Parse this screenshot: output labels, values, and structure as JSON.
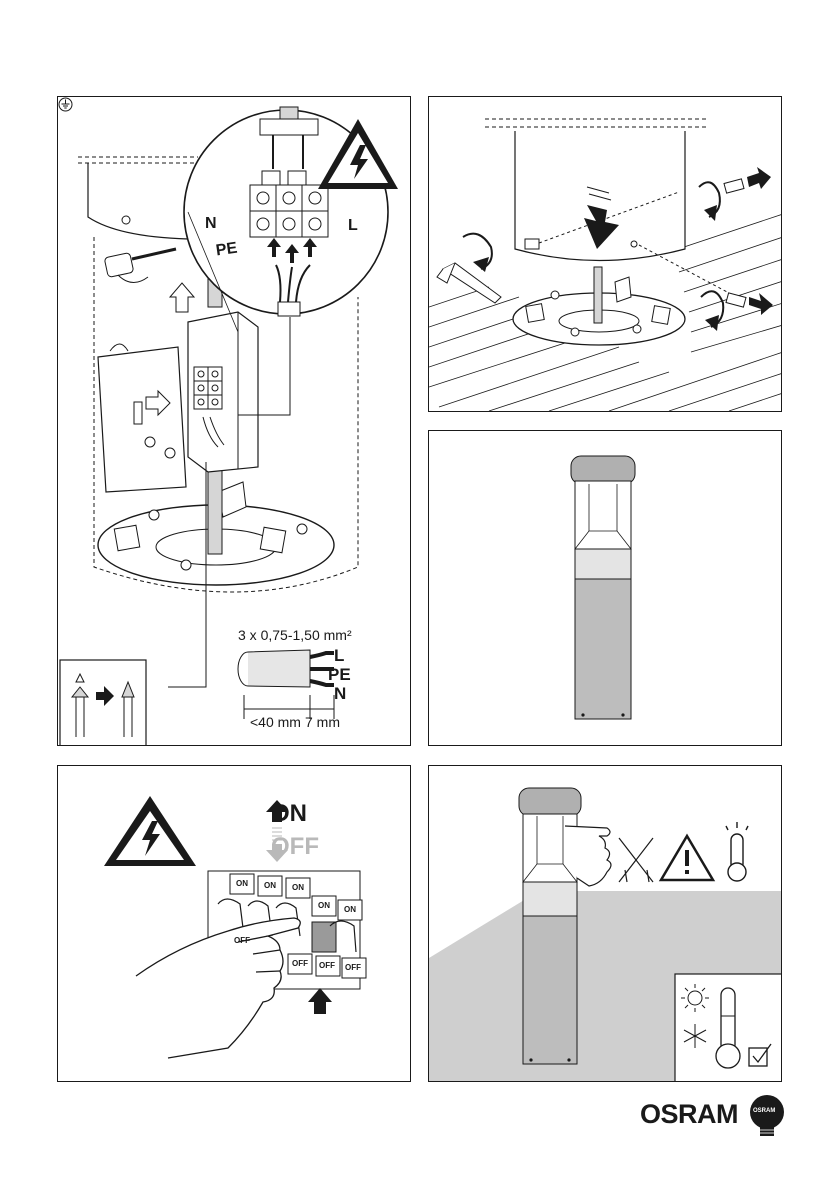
{
  "panel_wiring": {
    "terminal_labels": {
      "neutral": "N",
      "earth": "PE",
      "live": "L"
    },
    "wire_spec": "3 x 0,75-1,50 mm²",
    "wire_labels": {
      "live": "L",
      "earth": "PE",
      "neutral": "N"
    },
    "strip_length": "<40 mm",
    "core_strip": "7 mm",
    "icons": [
      "electric-shock-warning-icon",
      "screwdriver-icon",
      "cable-gland-icon",
      "arrow-right-icon"
    ]
  },
  "panel_mount": {
    "icons": [
      "hex-key-icon",
      "rotate-icon",
      "grub-screw-icon",
      "push-arrow-icon"
    ]
  },
  "panel_product": {
    "icons": [
      "bollard-luminaire-icon"
    ]
  },
  "panel_switch": {
    "on_label": "ON",
    "off_label": "OFF",
    "breaker_labels": [
      "ON",
      "ON",
      "ON",
      "ON",
      "ON"
    ],
    "breaker_off_labels": [
      "OFF",
      "OFF",
      "OFF",
      "OFF"
    ],
    "icons": [
      "electric-shock-warning-icon",
      "hand-icon",
      "circuit-breaker-icon"
    ]
  },
  "panel_warning": {
    "icons": [
      "hot-surface-warning-icon",
      "do-not-touch-icon",
      "thermometer-icon",
      "sun-icon",
      "snowflake-icon",
      "checkbox-icon"
    ]
  },
  "brand": {
    "name": "OSRAM",
    "bulb_text": "OSRAM"
  },
  "colors": {
    "ink": "#1a1a1a",
    "grey": "#b9b9b9",
    "shade": "#cfcfcf"
  }
}
